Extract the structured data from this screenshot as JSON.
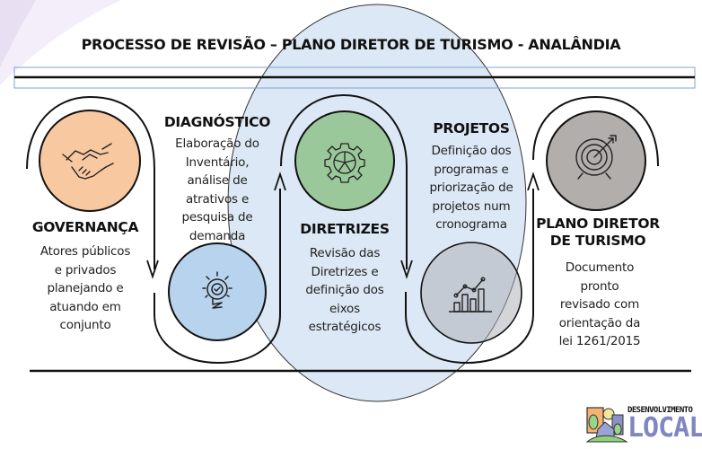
{
  "title": "PROCESSO DE REVISÃO – PLANO DIRETOR DE TURISMO - ANALÂNDIA",
  "steps": [
    {
      "id": "governanca",
      "heading": "GOVERNANÇA",
      "description_lines": [
        "Atores públicos",
        "e privados",
        "planejando e",
        "atuando em",
        "conjunto"
      ],
      "icon": "handshake-icon",
      "color": "#f8c8a0"
    },
    {
      "id": "diagnostico",
      "heading": "DIAGNÓSTICO",
      "description_lines": [
        "Elaboração do",
        "Inventário,",
        "análise de",
        "atrativos e",
        "pesquisa de",
        "demanda"
      ],
      "icon": "lightbulb-check-icon",
      "color": "#b8d3ee"
    },
    {
      "id": "diretrizes",
      "heading": "DIRETRIZES",
      "description_lines": [
        "Revisão das",
        "Diretrizes e",
        "definição dos",
        "eixos",
        "estratégicos"
      ],
      "icon": "gear-icon",
      "color": "#9bc89a"
    },
    {
      "id": "projetos",
      "heading": "PROJETOS",
      "description_lines": [
        "Definição dos",
        "programas e",
        "priorização de",
        "projetos num",
        "cronograma"
      ],
      "icon": "bar-chart-trend-icon",
      "color": "#c4c8d0"
    },
    {
      "id": "plano",
      "heading_lines": [
        "PLANO DIRETOR",
        "DE TURISMO"
      ],
      "description_lines": [
        "Documento",
        "pronto",
        "revisado com",
        "orientação da",
        "lei 1261/2015"
      ],
      "icon": "target-arrow-icon",
      "color": "#b1aeac"
    }
  ],
  "highlight_color": "#dce8f5",
  "logo": {
    "small_text": "DESENVOLVIMENTO",
    "big_text": "LOCAL",
    "color": "#7f86c2"
  }
}
